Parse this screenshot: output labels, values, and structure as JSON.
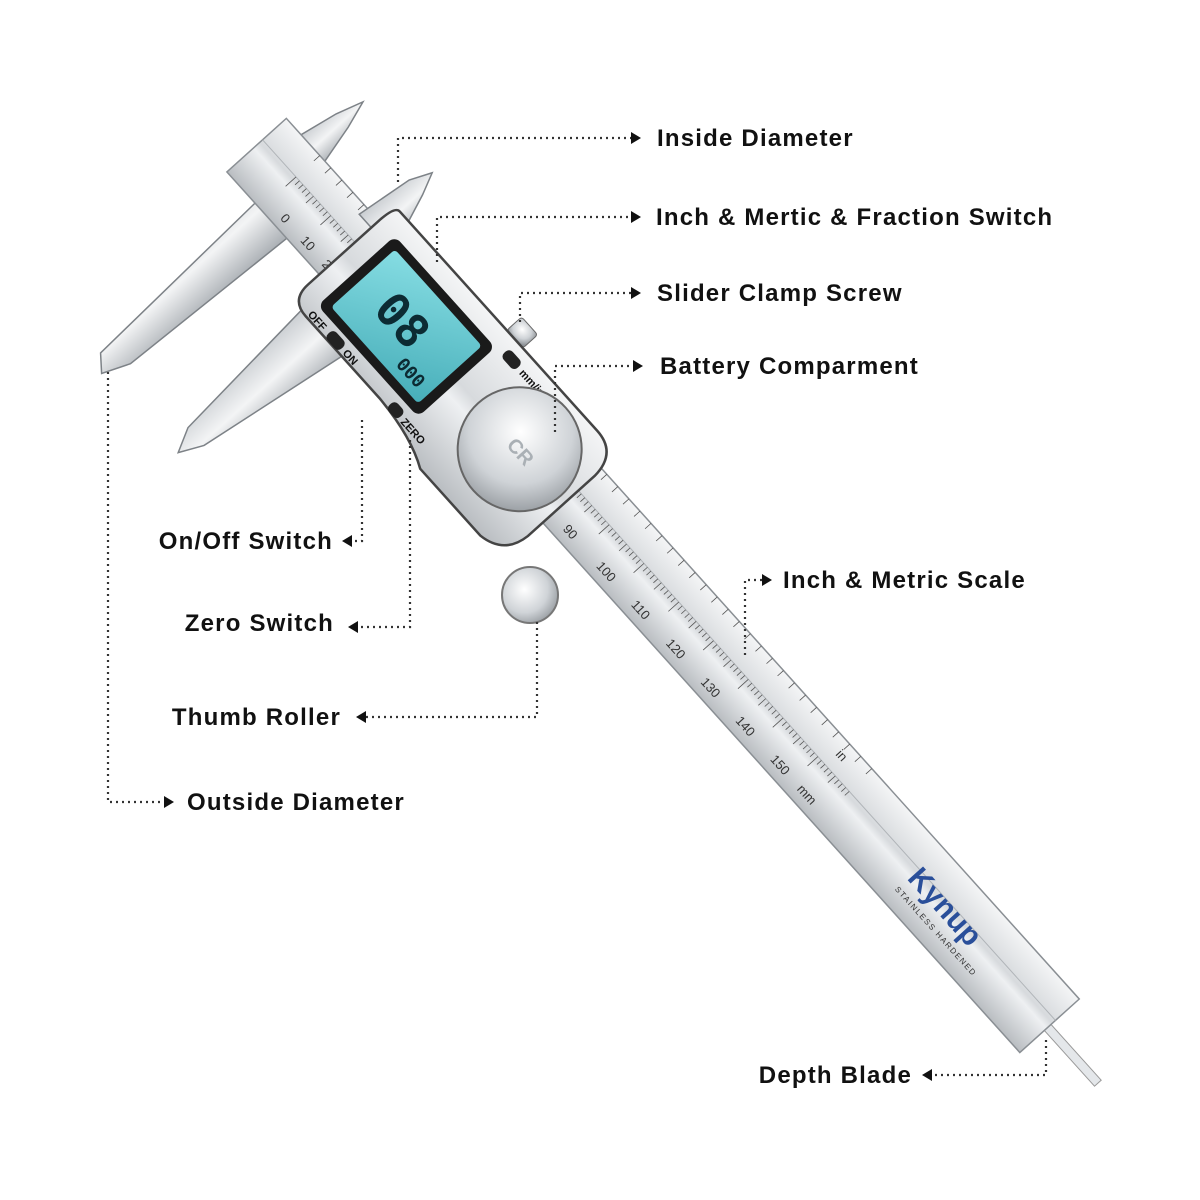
{
  "labels": {
    "inside_diameter": "Inside Diameter",
    "switch": "Inch & Mertic & Fraction Switch",
    "clamp_screw": "Slider Clamp Screw",
    "battery": "Battery Comparment",
    "onoff": "On/Off Switch",
    "zero": "Zero Switch",
    "scale": "Inch & Metric Scale",
    "thumb_roller": "Thumb Roller",
    "outside_diameter": "Outside Diameter",
    "depth_blade": "Depth Blade"
  },
  "device": {
    "display_main": "08",
    "display_sub": "000",
    "unit_switch": "mm/in/F",
    "off": "OFF",
    "on": "ON",
    "zero": "ZERO",
    "battery_mark": "CR",
    "brand": "Kynup",
    "brand_sub": "STAINLESS HARDENED",
    "top_scale": [
      "0",
      "10",
      "20"
    ],
    "bottom_scale": [
      "90",
      "100",
      "110",
      "120",
      "130",
      "140",
      "150"
    ],
    "unit_in": "in",
    "unit_mm": "mm",
    "lcd_color": "#5fc6cf",
    "brand_blue": "#2a4f9a",
    "brand_red": "#b5523c"
  }
}
